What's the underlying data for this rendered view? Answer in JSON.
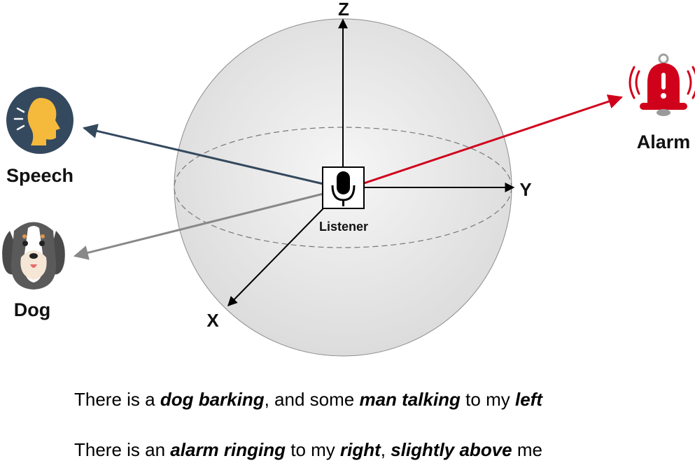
{
  "axes": {
    "z": "Z",
    "y": "Y",
    "x": "X"
  },
  "listener": {
    "label": "Listener",
    "icon": "microphone-icon"
  },
  "sources": {
    "speech": {
      "label": "Speech",
      "icon": "speaking-head-icon",
      "color": "#34495e"
    },
    "dog": {
      "label": "Dog",
      "icon": "dog-icon",
      "color": "#888888"
    },
    "alarm": {
      "label": "Alarm",
      "icon": "alarm-bell-icon",
      "color": "#d0021b"
    }
  },
  "captions": {
    "line1": {
      "t1": "There is a ",
      "b1": "dog barking",
      "t2": ", and some ",
      "b2": "man talking",
      "t3": " to my ",
      "b3": "left"
    },
    "line2": {
      "t1": "There is an ",
      "b1": "alarm ringing",
      "t2": " to my ",
      "b2": "right",
      "t3": ", ",
      "b3": "slightly above",
      "t4": " me"
    }
  }
}
